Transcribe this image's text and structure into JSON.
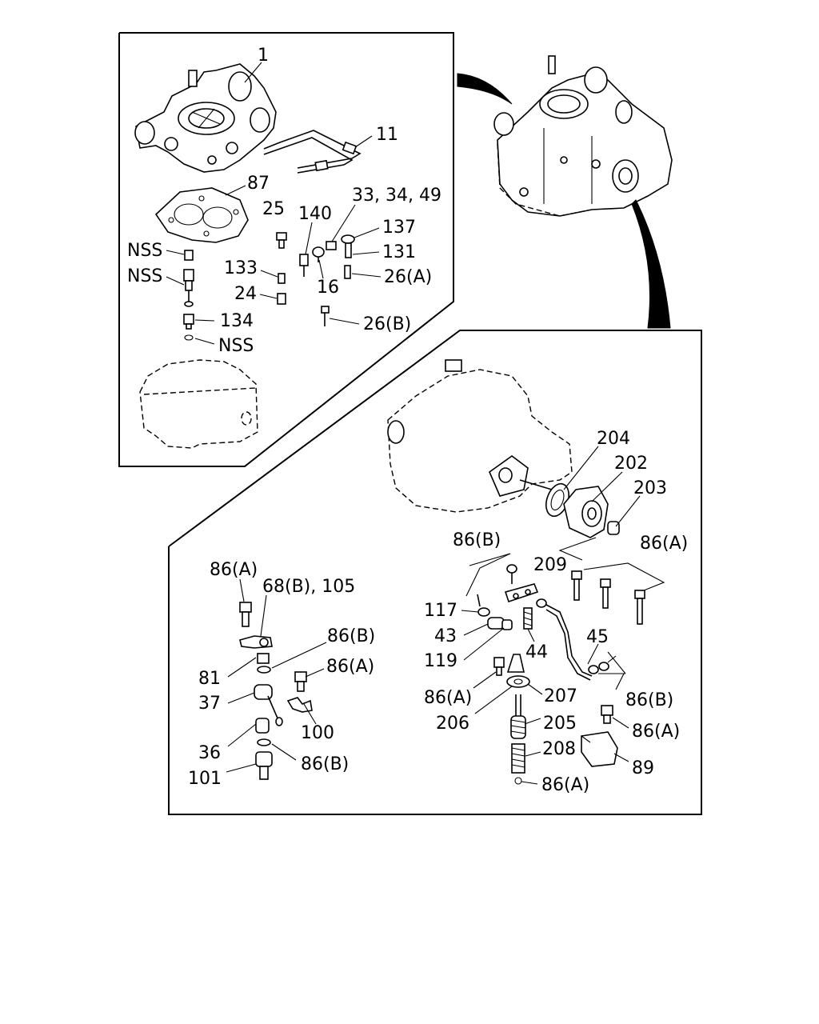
{
  "labels": {
    "l_1": "1",
    "l_11": "11",
    "l_87": "87",
    "l_33": "33, 34, 49",
    "l_25": "25",
    "l_140": "140",
    "l_137": "137",
    "l_131": "131",
    "l_26a": "26(A)",
    "l_16": "16",
    "l_133": "133",
    "l_24": "24",
    "l_26b": "26(B)",
    "l_nss1": "NSS",
    "l_nss2": "NSS",
    "l_134": "134",
    "l_nss3": "NSS",
    "l_204": "204",
    "l_202": "202",
    "l_203": "203",
    "l_209": "209",
    "l_86b_r": "86(B)",
    "l_86a_r": "86(A)",
    "l_117": "117",
    "l_43": "43",
    "l_119": "119",
    "l_44": "44",
    "l_45": "45",
    "l_86a_r2": "86(A)",
    "l_207": "207",
    "l_206": "206",
    "l_205": "205",
    "l_86b_r2": "86(B)",
    "l_86a_r3": "86(A)",
    "l_208": "208",
    "l_89": "89",
    "l_86a_r4": "86(A)",
    "l_86a_l": "86(A)",
    "l_68b": "68(B), 105",
    "l_86b_l": "86(B)",
    "l_81": "81",
    "l_86a_l2": "86(A)",
    "l_37": "37",
    "l_100": "100",
    "l_36": "36",
    "l_86b_l2": "86(B)",
    "l_101": "101"
  },
  "panels": {
    "carburetor_exploded": "carburetor-exploded-panel",
    "assembled_view": "carburetor-assembled-view",
    "linkage_exploded": "linkage-exploded-panel"
  }
}
